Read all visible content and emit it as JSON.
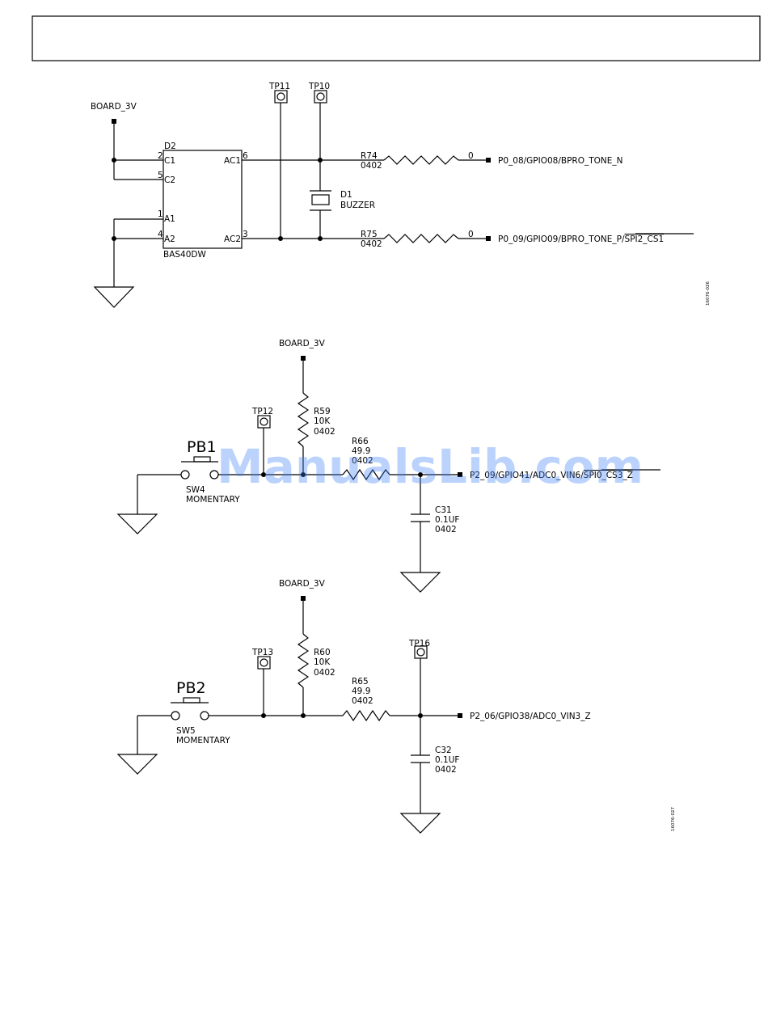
{
  "circuit1": {
    "board_label": "BOARD_3V",
    "tp11": "TP11",
    "tp10": "TP10",
    "u_pins": {
      "d2": "D2",
      "c1": "C1",
      "c2": "C2",
      "a1": "A1",
      "a2": "A2",
      "ac1": "AC1",
      "ac2": "AC2",
      "p2": "2",
      "p5": "5",
      "p1": "1",
      "p4": "4",
      "p6": "6",
      "p3": "3"
    },
    "u_part": "BAS40DW",
    "r74": {
      "ref": "R74",
      "pkg": "0402",
      "value": "0"
    },
    "r75": {
      "ref": "R75",
      "pkg": "0402",
      "value": "0"
    },
    "d1": {
      "ref": "D1",
      "name": "BUZZER"
    },
    "net_top": "P0_08/GPIO08/BPRO_TONE_N",
    "net_bottom_prefix": "P0_09/GPIO09/BPRO_TONE_P/",
    "net_bottom_bar": "SPI2_CS1",
    "fig_id": "16076-026"
  },
  "circuit2": {
    "board_label": "BOARD_3V",
    "tp12": "TP12",
    "pb_label": "PB1",
    "sw_ref": "SW4",
    "sw_type": "MOMENTARY",
    "r59": {
      "ref": "R59",
      "value": "10K",
      "pkg": "0402"
    },
    "r66": {
      "ref": "R66",
      "value": "49.9",
      "pkg": "0402"
    },
    "c31": {
      "ref": "C31",
      "value": "0.1UF",
      "pkg": "0402"
    },
    "net_prefix": "P2_09/GPIO41/ADC0_VIN6/",
    "net_bar": "SPI0_CS3_Z"
  },
  "circuit3": {
    "board_label": "BOARD_3V",
    "tp13": "TP13",
    "tp16": "TP16",
    "pb_label": "PB2",
    "sw_ref": "SW5",
    "sw_type": "MOMENTARY",
    "r60": {
      "ref": "R60",
      "value": "10K",
      "pkg": "0402"
    },
    "r65": {
      "ref": "R65",
      "value": "49.9",
      "pkg": "0402"
    },
    "c32": {
      "ref": "C32",
      "value": "0.1UF",
      "pkg": "0402"
    },
    "net": "P2_06/GPIO38/ADC0_VIN3_Z",
    "fig_id": "16076-027"
  },
  "watermark": "ManualsLib.com"
}
